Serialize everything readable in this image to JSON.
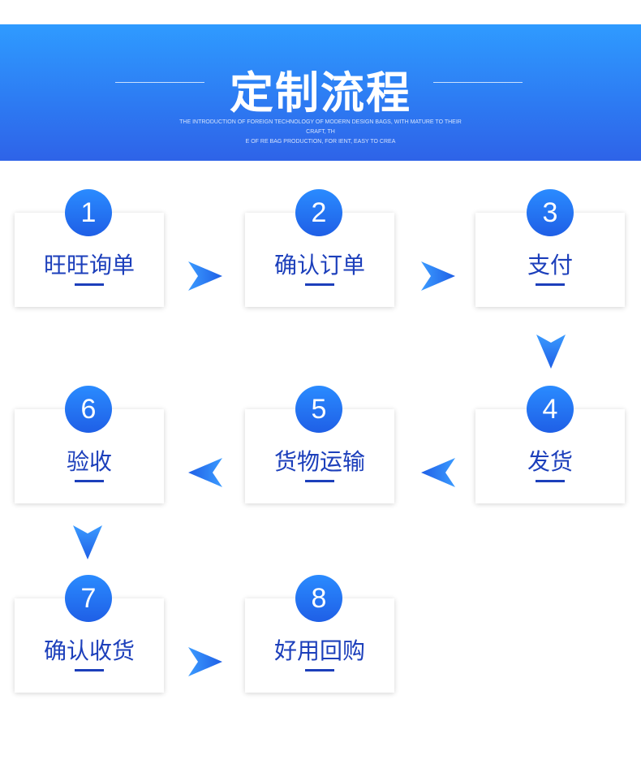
{
  "header": {
    "title": "定制流程",
    "subtitle_line1": "THE INTRODUCTION OF FOREIGN TECHNOLOGY OF MODERN DESIGN BAGS, WITH MATURE TO THEIR CRAFT, TH",
    "subtitle_line2": "E OF RE BAG PRODUCTION, FOR IENT, EASY TO CREA"
  },
  "steps": [
    {
      "number": "1",
      "label": "旺旺询单"
    },
    {
      "number": "2",
      "label": "确认订单"
    },
    {
      "number": "3",
      "label": "支付"
    },
    {
      "number": "4",
      "label": "发货"
    },
    {
      "number": "5",
      "label": "货物运输"
    },
    {
      "number": "6",
      "label": "验收"
    },
    {
      "number": "7",
      "label": "确认收货"
    },
    {
      "number": "8",
      "label": "好用回购"
    }
  ],
  "colors": {
    "banner_top": "#2f9bff",
    "banner_bottom": "#2e63e8",
    "label_text": "#1c3fbb",
    "badge": "#1f5fe6",
    "arrow": "#1f6ff0"
  },
  "icons": {
    "arrow_right": "arrow-right-icon",
    "arrow_left": "arrow-left-icon",
    "arrow_down": "arrow-down-icon"
  }
}
